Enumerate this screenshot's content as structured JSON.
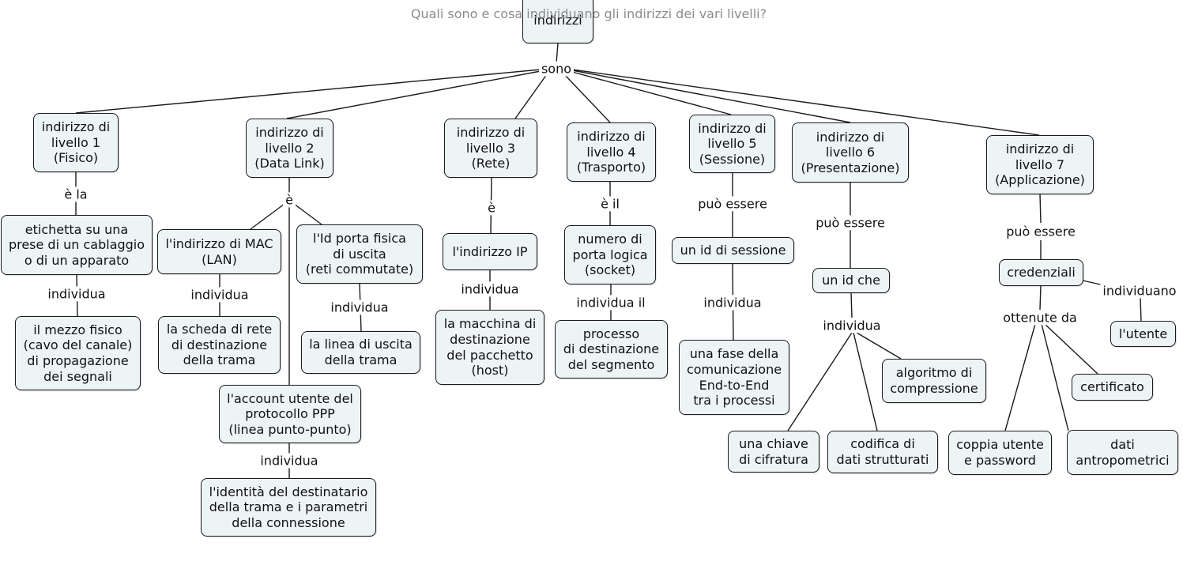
{
  "question": "Quali sono e cosa individuano gli indirizzi dei vari livelli?",
  "nodes": {
    "root": "indirizzi",
    "l1": "indirizzo di\nlivello 1\n(Fisico)",
    "l1_a": "etichetta su una\nprese di un cablaggio\no di un apparato",
    "l1_b": "il mezzo fisico\n(cavo del canale)\ndi propagazione\ndei segnali",
    "l2": "indirizzo di\nlivello 2\n(Data Link)",
    "l2_mac": "l'indirizzo di MAC\n(LAN)",
    "l2_mac_b": "la scheda di rete\ndi destinazione\ndella trama",
    "l2_port": "l'Id porta fisica\ndi uscita\n(reti commutate)",
    "l2_port_b": "la linea di uscita\ndella trama",
    "l2_ppp": "l'account utente del\nprotocollo PPP\n(linea punto-punto)",
    "l2_ppp_b": "l'identità del destinatario\ndella trama e i parametri\ndella connessione",
    "l3": "indirizzo di\nlivello 3\n(Rete)",
    "l3_ip": "l'indirizzo IP",
    "l3_host": "la macchina di\ndestinazione\ndel pacchetto\n(host)",
    "l4": "indirizzo di\nlivello 4\n(Trasporto)",
    "l4_port": "numero di\nporta logica\n(socket)",
    "l4_proc": "processo\ndi destinazione\ndel segmento",
    "l5": "indirizzo di\nlivello 5\n(Sessione)",
    "l5_id": "un id di sessione",
    "l5_phase": "una fase della\ncomunicazione\nEnd-to-End\ntra i processi",
    "l6": "indirizzo di\nlivello 6\n(Presentazione)",
    "l6_id": "un id che",
    "l6_key": "una chiave\ndi cifratura",
    "l6_code": "codifica di\ndati strutturati",
    "l6_alg": "algoritmo di\ncompressione",
    "l7": "indirizzo di\nlivello 7\n(Applicazione)",
    "l7_cred": "credenziali",
    "l7_user": "l'utente",
    "l7_cert": "certificato",
    "l7_pair": "coppia utente\ne password",
    "l7_bio": "dati\nantropometrici"
  },
  "links": {
    "sono": "sono",
    "l1_e": "è la",
    "l1_ind": "individua",
    "l2_e": "è",
    "l2_mac_ind": "individua",
    "l2_port_ind": "individua",
    "l2_ppp_ind": "individua",
    "l3_e": "è",
    "l3_ind": "individua",
    "l4_e": "è il",
    "l4_ind": "individua il",
    "l5_pe": "può essere",
    "l5_ind": "individua",
    "l6_pe": "può essere",
    "l6_ind": "individua",
    "l7_pe": "può essere",
    "l7_indv": "individuano",
    "l7_ott": "ottenute da"
  }
}
